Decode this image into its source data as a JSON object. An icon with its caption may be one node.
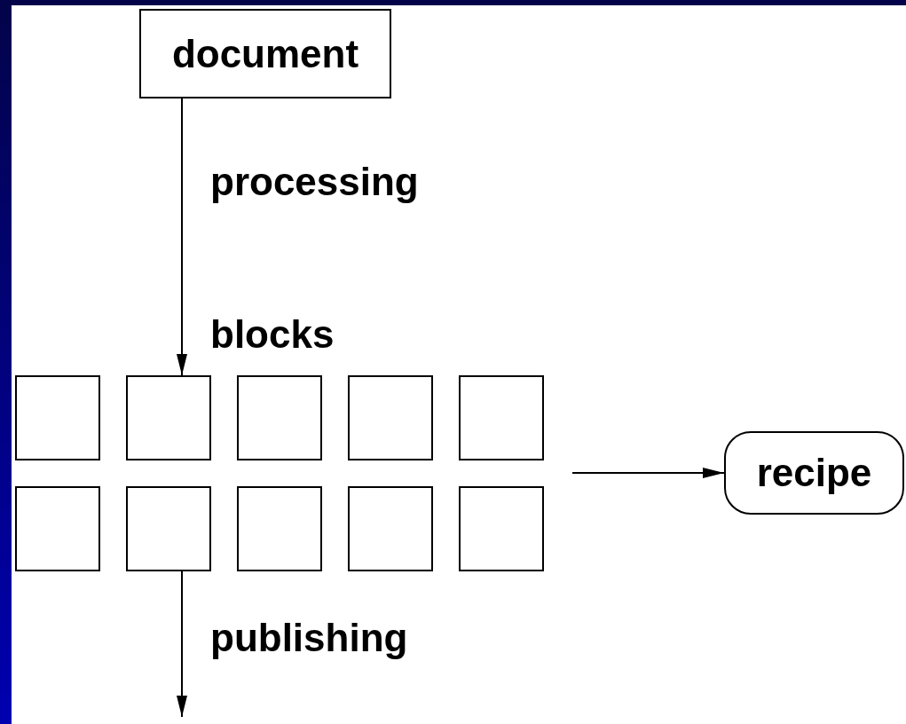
{
  "diagram": {
    "nodes": [
      {
        "text": [
          "document"
        ]
      },
      {
        "text": [],
        "shape": "box"
      },
      {
        "text": [],
        "shape": "box"
      },
      {
        "text": [],
        "shape": "box"
      },
      {
        "text": [],
        "shape": "box"
      },
      {
        "text": [],
        "shape": "box"
      },
      {
        "text": [],
        "shape": "box"
      },
      {
        "text": [],
        "shape": "box"
      },
      {
        "text": [],
        "shape": "box"
      },
      {
        "text": [],
        "shape": "box"
      },
      {
        "text": [],
        "shape": "box"
      },
      {
        "text": [
          "recipe"
        ]
      }
    ],
    "edges": [
      {
        "from": 0,
        "to": 2,
        "arrow": "to",
        "label": "processing"
      },
      {
        "from": null,
        "to": 11,
        "arrow": "to"
      },
      {
        "from": 7,
        "to": null,
        "arrow": "to",
        "label": "publishing"
      }
    ],
    "labels": [
      "blocks"
    ]
  }
}
